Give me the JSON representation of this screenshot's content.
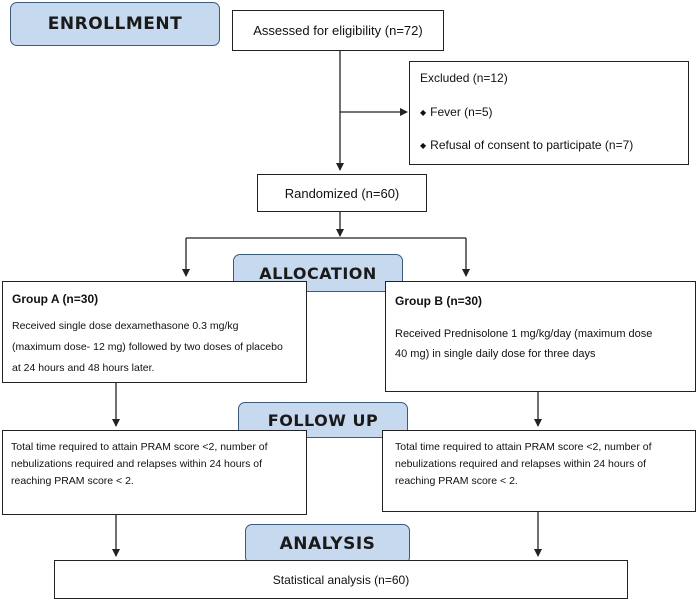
{
  "stages": {
    "enrollment": "ENROLLMENT",
    "allocation": "ALLOCATION",
    "follow_up": "FOLLOW UP",
    "analysis": "ANALYSIS"
  },
  "assessed": "Assessed for eligibility (n=72)",
  "excluded": {
    "title": "Excluded (n=12)",
    "items": [
      "Fever (n=5)",
      "Refusal of consent to participate (n=7)"
    ]
  },
  "randomized": "Randomized (n=60)",
  "group_a": {
    "title": "Group A (n=30)",
    "lines": [
      "Received single dose dexamethasone 0.3 mg/kg",
      "(maximum dose- 12 mg) followed by two doses of placebo",
      "at 24 hours and 48 hours later."
    ]
  },
  "group_b": {
    "title": "Group B (n=30)",
    "lines": [
      "Received Prednisolone 1 mg/kg/day (maximum dose",
      "40 mg) in single daily dose for three days"
    ]
  },
  "followup_a": {
    "lines": [
      "Total time required to attain PRAM score <2, number of",
      "nebulizations required and relapses within 24 hours of",
      "reaching PRAM score < 2."
    ]
  },
  "followup_b": {
    "lines": [
      "Total time required to attain PRAM score <2, number of",
      "nebulizations required and relapses within 24 hours of",
      "reaching PRAM score < 2."
    ]
  },
  "analysis_box": "Statistical analysis (n=60)",
  "colors": {
    "stage_fill": "#c7d9ee",
    "stage_border": "#3a5a7e",
    "line": "#222222"
  }
}
